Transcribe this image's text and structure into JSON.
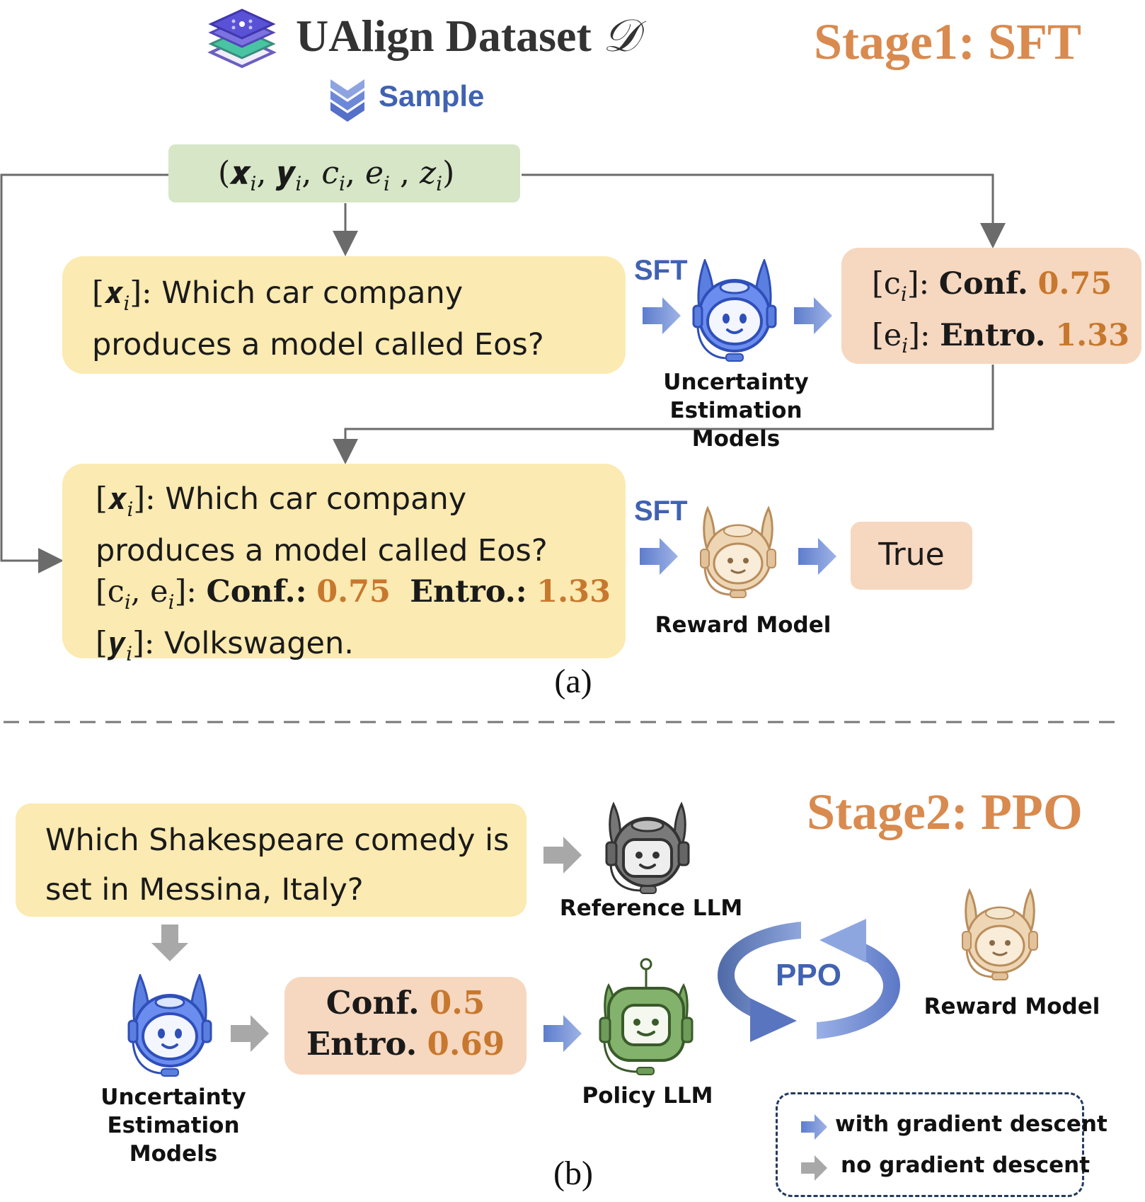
{
  "header": {
    "dataset_title": "UAlign Dataset",
    "dataset_symbol": "𝒟",
    "sample_label": "Sample",
    "stage1_title": "Stage1: SFT",
    "stage2_title": "Stage2: PPO"
  },
  "tuple": {
    "v1": "𝒙",
    "s1": "i",
    "v2": "𝒚",
    "s2": "i",
    "v3": "c",
    "s3": "i",
    "v4": "e",
    "s4": "i",
    "v5": "z",
    "s5": "i"
  },
  "stage1": {
    "question_tag": "[𝒙",
    "question_tag_sub": "i",
    "question_tag_close": "]:",
    "question_line1": "Which car company",
    "question_line2": "produces a model called Eos?",
    "sft_label_1": "SFT",
    "uem_caption_1": "Uncertainty Estimation",
    "uem_caption_2": "Models",
    "conf_tag": "[c",
    "conf_tag_sub": "i",
    "conf_tag_close": "]:",
    "conf_label": "Conf.",
    "conf_value": "0.75",
    "entro_tag": "[e",
    "entro_tag_sub": "i",
    "entro_tag_close": "]:",
    "entro_label": "Entro.",
    "entro_value": "1.33",
    "rm_question_line1": "Which car company",
    "rm_question_line2": "produces a model called Eos?",
    "ce_tag_open": "[c",
    "ce_tag_sub1": "i",
    "ce_tag_mid": ", e",
    "ce_tag_sub2": "i",
    "ce_tag_close": "]:",
    "ce_conf_label": "Conf.:",
    "ce_conf_value": "0.75",
    "ce_entro_label": "Entro.:",
    "ce_entro_value": "1.33",
    "y_tag": "[𝒚",
    "y_tag_sub": "i",
    "y_tag_close": "]:",
    "answer": "Volkswagen.",
    "sft_label_2": "SFT",
    "reward_caption": "Reward Model",
    "result": "True",
    "caption": "(a)"
  },
  "stage2": {
    "question_line1": "Which Shakespeare comedy is",
    "question_line2": "set in Messina, Italy?",
    "reference_caption": "Reference LLM",
    "uem_caption_1": "Uncertainty Estimation",
    "uem_caption_2": "Models",
    "conf_label": "Conf.",
    "conf_value": "0.5",
    "entro_label": "Entro.",
    "entro_value": "0.69",
    "policy_caption": "Policy LLM",
    "ppo_label": "PPO",
    "reward_caption": "Reward Model",
    "legend_with": "with gradient descent",
    "legend_no": "no gradient descent",
    "caption": "(b)"
  },
  "colors": {
    "accent_orange": "#d98a4e",
    "value_orange": "#c7782e",
    "label_blue": "#4062b2",
    "yellow_box": "#fbeab1",
    "peach_box": "#f6d7bf",
    "green_box": "#d6e6c6",
    "robot_blue": "#4a6ee0",
    "robot_tan": "#e4c49c",
    "robot_gray": "#6f6f6f",
    "robot_green": "#7aab64"
  },
  "icons": [
    "dataset-stack-icon",
    "sample-chevron-icon",
    "blue-robot-icon",
    "tan-robot-icon",
    "gray-robot-icon",
    "green-robot-icon",
    "ppo-cycle-icon"
  ]
}
